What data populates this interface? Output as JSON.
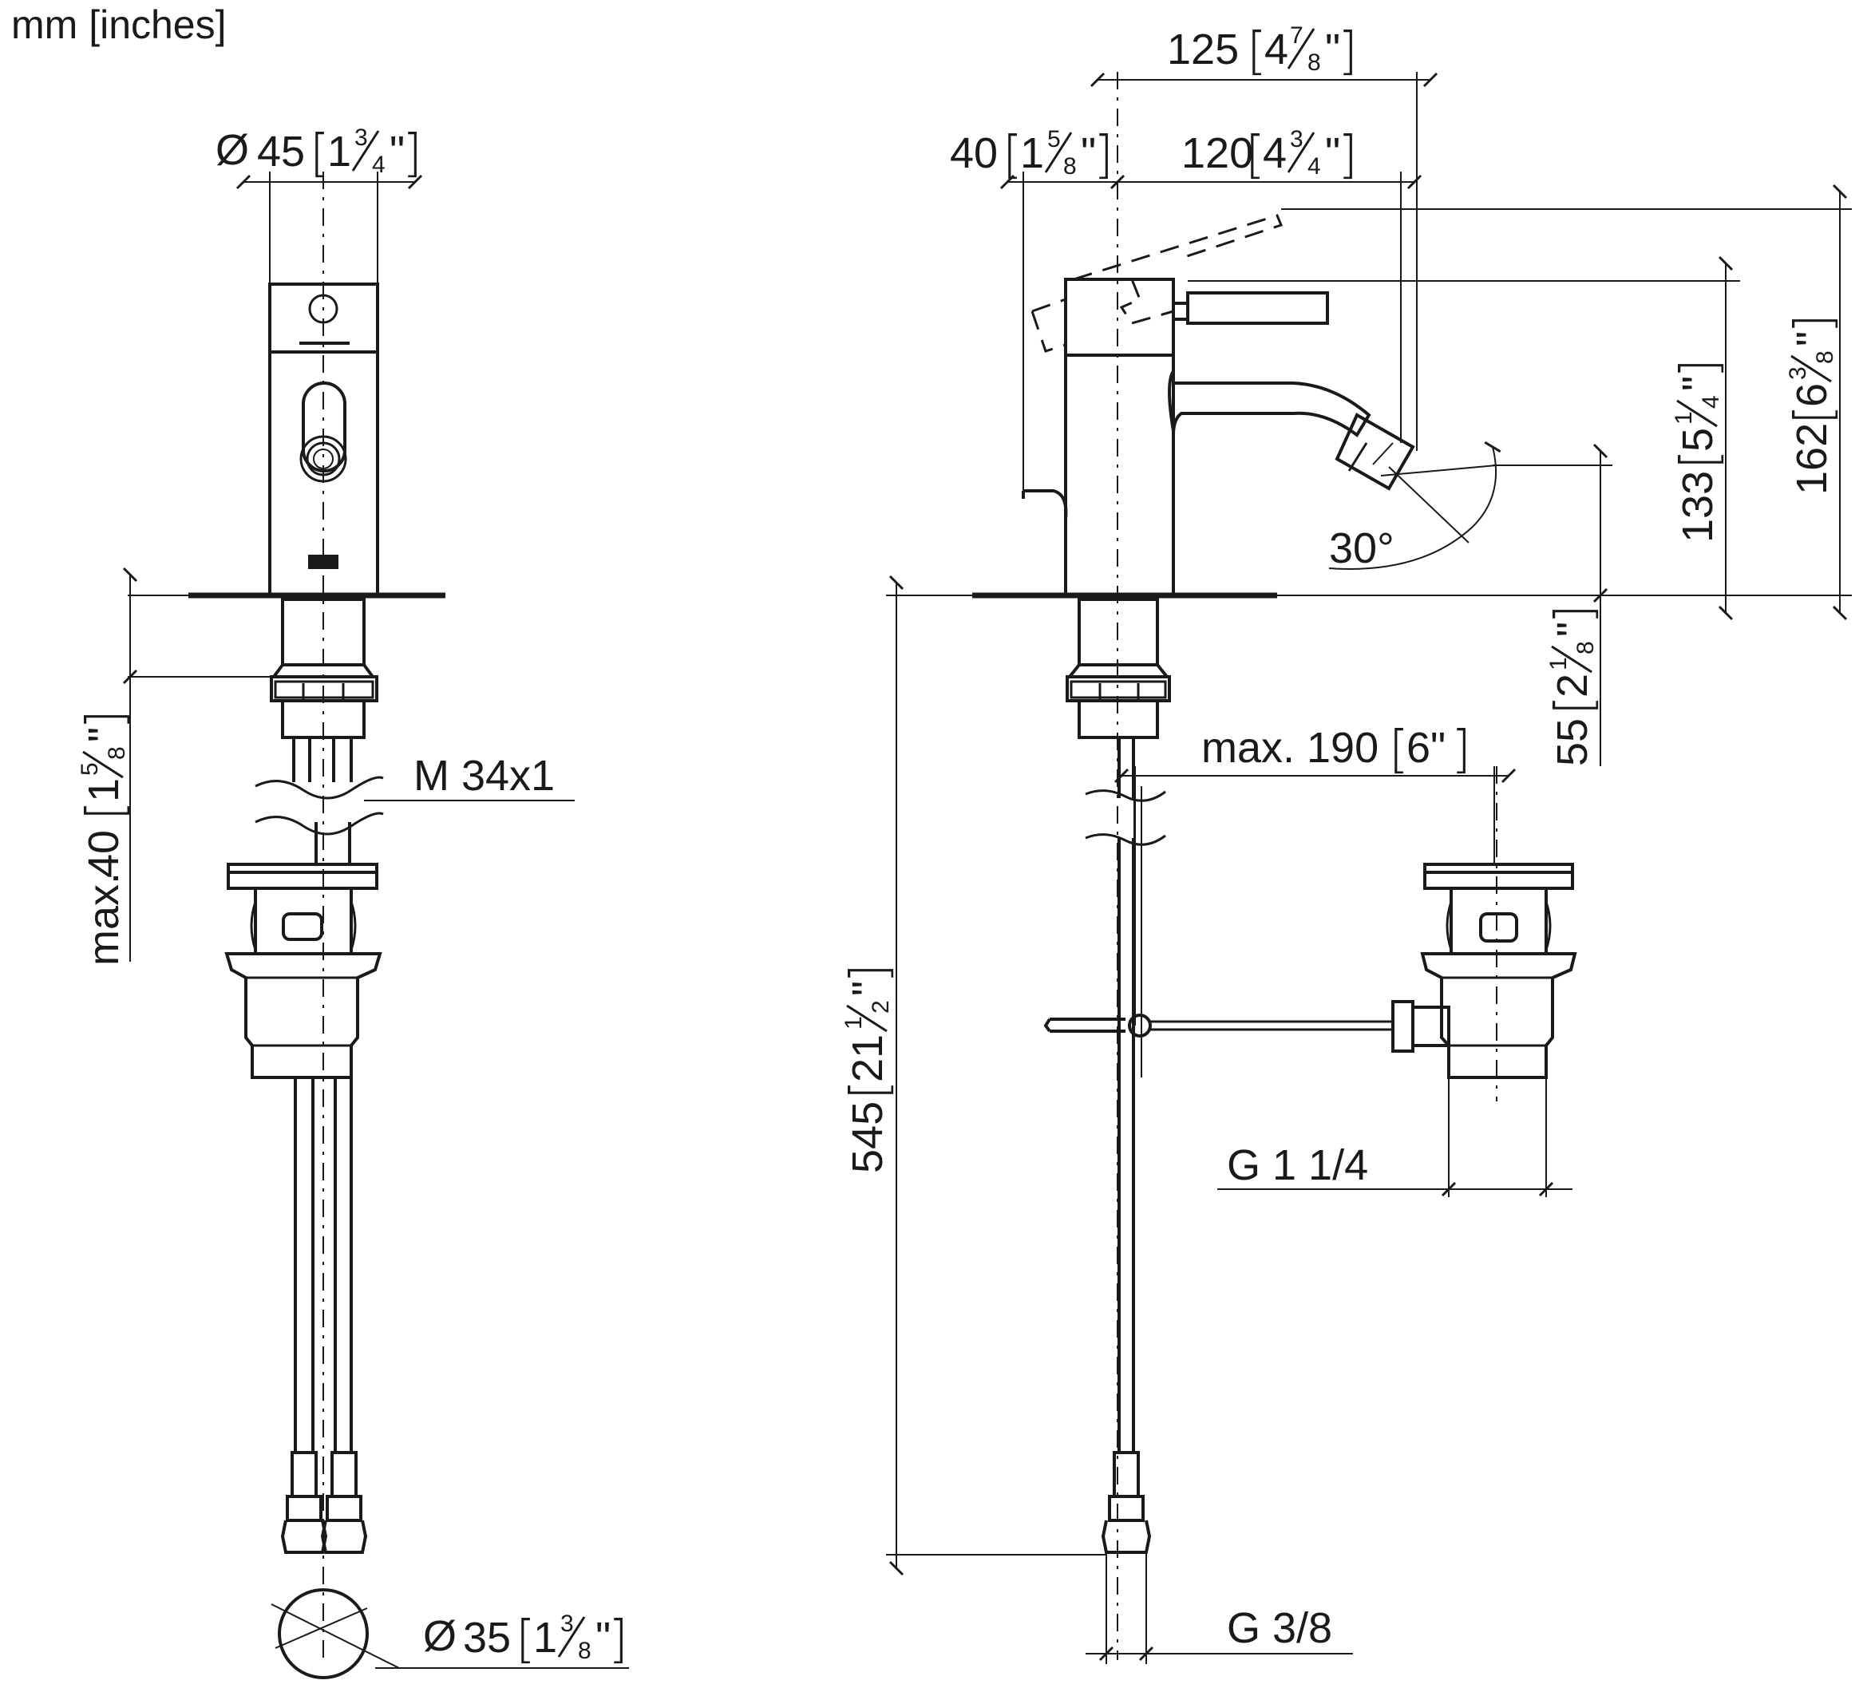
{
  "units_label": "mm [inches]",
  "dimensions": {
    "d45": {
      "symbol": "Ø",
      "mm": "45",
      "whole": "1",
      "num": "3",
      "den": "4",
      "close": "]"
    },
    "d35": {
      "symbol": "Ø",
      "mm": "35",
      "whole": "1",
      "num": "3",
      "den": "8",
      "close": "]"
    },
    "max40": {
      "prefix": "max.",
      "mm": "40",
      "whole": "1",
      "num": "5",
      "den": "8"
    },
    "w125": {
      "mm": "125",
      "whole": "4",
      "num": "7",
      "den": "8"
    },
    "w40": {
      "mm": "40",
      "whole": "1",
      "num": "5",
      "den": "8"
    },
    "w120": {
      "mm": "120",
      "whole": "4",
      "num": "3",
      "den": "4"
    },
    "h133": {
      "mm": "133",
      "whole": "5",
      "num": "1",
      "den": "4"
    },
    "h162": {
      "mm": "162",
      "whole": "6",
      "num": "3",
      "den": "8"
    },
    "h55": {
      "mm": "55",
      "whole": "2",
      "num": "1",
      "den": "8"
    },
    "h545": {
      "mm": "545",
      "whole": "21",
      "num": "1",
      "den": "2"
    },
    "max190": {
      "text": "max. 190",
      "inch": "6\""
    }
  },
  "labels": {
    "thread_m34": "M 34x1",
    "angle": "30°",
    "thread_g114": "G 1 1/4",
    "thread_g38": "G 3/8"
  }
}
